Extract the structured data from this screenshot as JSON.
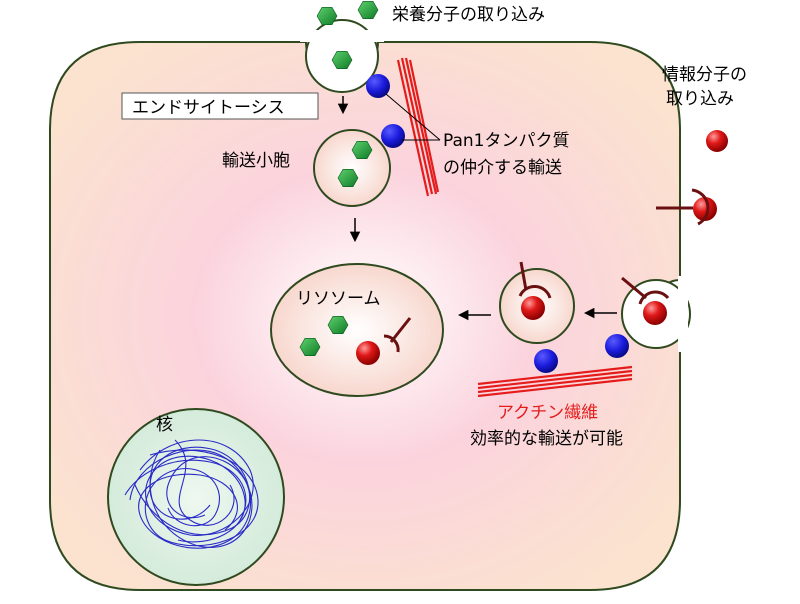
{
  "labels": {
    "nutrient_uptake": "栄養分子の取り込み",
    "info_uptake_line1": "情報分子の",
    "info_uptake_line2": "取り込み",
    "endocytosis": "エンドサイトーシス",
    "transport_vesicle": "輸送小胞",
    "pan1_line1": "Pan1タンパク質",
    "pan1_line2": "の仲介する輸送",
    "lysosome": "リソソーム",
    "actin_fiber": "アクチン繊維",
    "efficient_transport": "効率的な輸送が可能",
    "nucleus": "核"
  },
  "colors": {
    "cell_fill_edge": "#fbe3cf",
    "cell_fill_center": "#ffffff",
    "cell_fill_pink": "#fbd3dd",
    "membrane": "#2f4a1f",
    "vesicle_fill": "#fbe0d8",
    "nutrient": "#1f9e3a",
    "pan1": "#1a1adc",
    "info_molecule": "#e01818",
    "receptor": "#6a1010",
    "actin": "#e41c1c",
    "nucleus_fill": "#d9efe0",
    "dna": "#2a2ac8",
    "actin_label": "#e41c1c",
    "text": "#000000"
  },
  "icons": {
    "nutrient": "green-hexagon",
    "pan1": "blue-circle",
    "info_molecule": "red-sphere",
    "receptor": "receptor-hook",
    "nucleus_dna": "tangled-dna"
  }
}
